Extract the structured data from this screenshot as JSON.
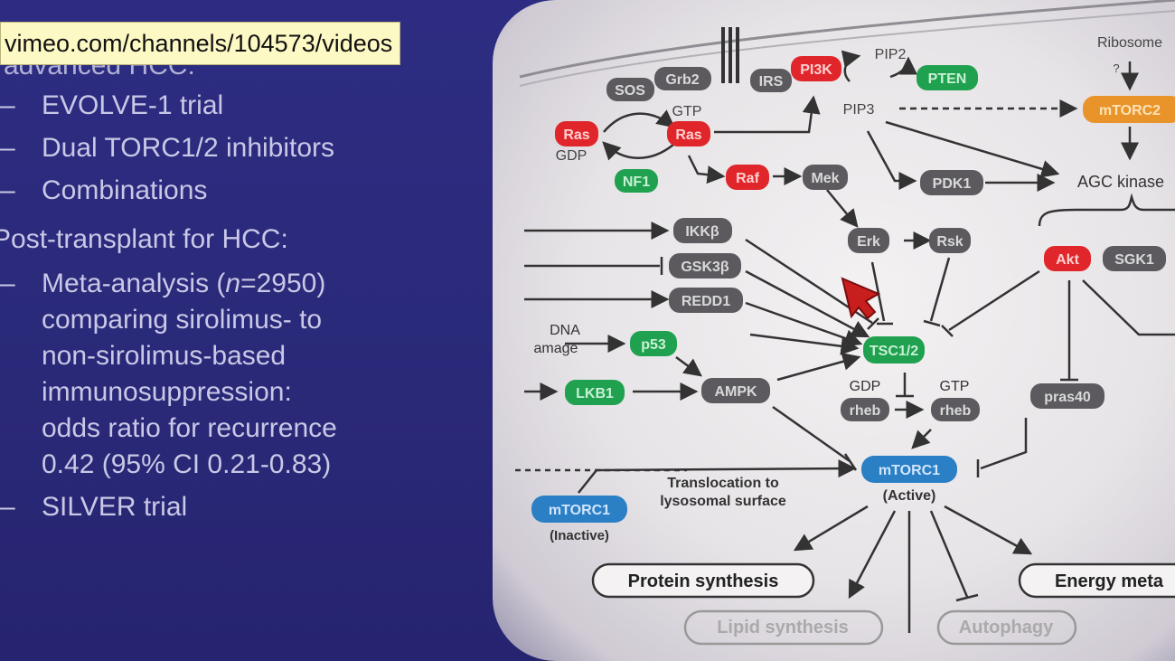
{
  "browser": {
    "status_url": "vimeo.com/channels/104573/videos"
  },
  "slide": {
    "partial_heading": "advanced HCC:",
    "bullets": [
      {
        "dash": "–",
        "text": "EVOLVE-1 trial"
      },
      {
        "dash": "–",
        "text": "Dual TORC1/2 inhibitors"
      },
      {
        "dash": "–",
        "text": "Combinations"
      }
    ],
    "section2": "Post-transplant for HCC:",
    "meta": {
      "dash": "–",
      "line1_pre": "Meta-analysis (",
      "line1_n": "n",
      "line1_post": "=2950)",
      "line2": "comparing sirolimus- to",
      "line3": "non-sirolimus-based",
      "line4": "immunosuppression:",
      "line5": "odds ratio for recurrence",
      "line6": "0.42 (95% CI 0.21-0.83)"
    },
    "silver": {
      "dash": "–",
      "text": "SILVER trial"
    }
  },
  "diagram": {
    "nodes": {
      "sos": "SOS",
      "grb2": "Grb2",
      "irs": "IRS",
      "pi3k": "PI3K",
      "pip2": "PIP2",
      "pten": "PTEN",
      "pip3": "PIP3",
      "ribosome": "Ribosome",
      "q": "?",
      "mtorc2": "mTORC2",
      "ras_gdp": "Ras",
      "ras_gtp": "Ras",
      "gtp": "GTP",
      "gdp": "GDP",
      "nf1": "NF1",
      "raf": "Raf",
      "mek": "Mek",
      "pdk1": "PDK1",
      "agc": "AGC kinase",
      "ikk": "IKKβ",
      "gsk": "GSK3β",
      "redd1": "REDD1",
      "erk": "Erk",
      "rsk": "Rsk",
      "akt": "Akt",
      "sgk1": "SGK1",
      "dna1": "DNA",
      "dna2": "amage",
      "p53": "p53",
      "tsc": "TSC1/2",
      "lkb1": "LKB1",
      "ampk": "AMPK",
      "gdp2": "GDP",
      "gtp2": "GTP",
      "rheb1": "rheb",
      "rheb2": "rheb",
      "pras40": "pras40",
      "mtorc1_active": "mTORC1",
      "active": "(Active)",
      "transloc1": "Translocation to",
      "transloc2": "lysosomal surface",
      "mtorc1_inactive": "mTORC1",
      "inactive": "(Inactive)",
      "protein": "Protein synthesis",
      "energy": "Energy meta",
      "lipid": "Lipid synthesis",
      "autophagy": "Autophagy"
    },
    "colors": {
      "red": "#e0262b",
      "green": "#20a150",
      "gray": "#5c5a5e",
      "blue": "#2b7fc4",
      "orange": "#e8942a",
      "line": "#333333"
    }
  },
  "cursor": {
    "icon": "pointer-arrow-icon",
    "color": "#c81e1e"
  }
}
